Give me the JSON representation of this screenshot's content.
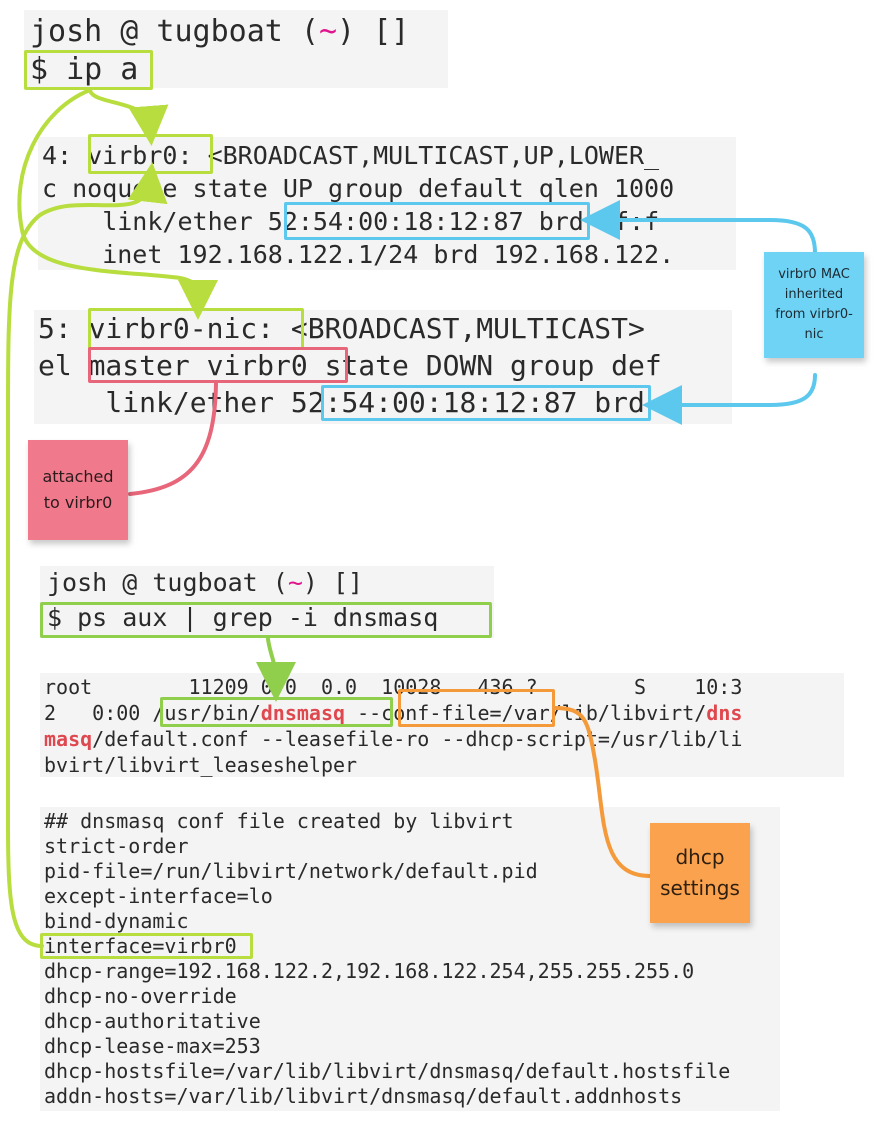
{
  "terminal1": {
    "prompt_user": "josh @ tugboat (",
    "prompt_tilde": "~",
    "prompt_end": ") []",
    "command": "$ ip a"
  },
  "ip_output_virbr0": {
    "line1_num": "4: ",
    "line1_iface": "virbr0:",
    "line1_rest": " <BROADCAST,MULTICAST,UP,LOWER_",
    "line2": "c noqueue state UP group default qlen 1000",
    "line3_pre": "    link/ether ",
    "line3_mac": "52:54:00:18:12:87",
    "line3_post": " brd ff:f",
    "line4": "    inet 192.168.122.1/24 brd 192.168.122."
  },
  "ip_output_nic": {
    "line1_num": "5: ",
    "line1_iface": "virbr0-nic:",
    "line1_rest": " <BROADCAST,MULTICAST>",
    "line2_pre": "el ",
    "line2_master": "master virbr0",
    "line2_post": " state DOWN group def",
    "line3_pre": "    link/ether ",
    "line3_mac": "52:54:00:18:12:87",
    "line3_post": " brd"
  },
  "terminal2": {
    "prompt_user": "josh @ tugboat (",
    "prompt_tilde": "~",
    "prompt_end": ") []",
    "command": "$ ps aux | grep -i dnsmasq"
  },
  "ps_output": {
    "line1": "root        11209 0.0  0.0  10028   436 ?        S    10:3",
    "line2_pre": "2   0:00 ",
    "line2_path": "/usr/bin/",
    "line2_bin": "dnsmasq",
    "line2_sp": " ",
    "line2_flag": "--conf-file",
    "line2_post": "=/var/lib/libvirt/",
    "line2_dns": "dns",
    "line3_masq": "masq",
    "line3_rest": "/default.conf --leasefile-ro --dhcp-script=/usr/lib/li",
    "line4": "bvirt/libvirt_leaseshelper"
  },
  "conf_file": {
    "lines": [
      "## dnsmasq conf file created by libvirt",
      "strict-order",
      "pid-file=/run/libvirt/network/default.pid",
      "except-interface=lo",
      "bind-dynamic",
      "interface=virbr0",
      "dhcp-range=192.168.122.2,192.168.122.254,255.255.255.0",
      "dhcp-no-override",
      "dhcp-authoritative",
      "dhcp-lease-max=253",
      "dhcp-hostsfile=/var/lib/libvirt/dnsmasq/default.hostsfile",
      "addn-hosts=/var/lib/libvirt/dnsmasq/default.addnhosts"
    ]
  },
  "notes": {
    "mac": "virbr0 MAC inherited from virbr0-nic",
    "attached": "attached to virbr0",
    "dhcp": "dhcp settings"
  },
  "colors": {
    "green": "#b8dd3f",
    "blue": "#5cc8ee",
    "red": "#e8667a",
    "orange": "#f49a3a",
    "note_blue": "#6fd3f5",
    "note_red": "#f07a8c",
    "note_orange": "#fba24e",
    "highlight": "#e0484f"
  }
}
